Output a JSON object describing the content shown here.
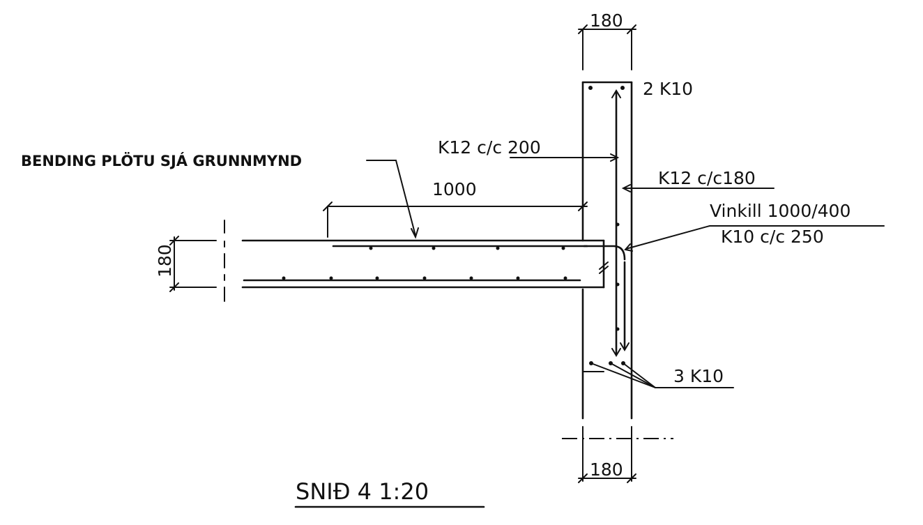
{
  "drawing": {
    "title": "SNIÐ 4 1:20",
    "labels": {
      "top_wall_width": "180",
      "bottom_wall_width": "180",
      "slab_thickness": "180",
      "slab_span": "1000",
      "top_bars": "2 K10",
      "k12_200": "K12 c/c 200",
      "k12_180": "K12 c/c180",
      "vinkill": "Vinkill 1000/400",
      "k10_250": "K10 c/c 250",
      "bottom_bars": "3 K10",
      "slab_note": "BENDING PLÖTU SJÁ GRUNNMYND"
    }
  }
}
